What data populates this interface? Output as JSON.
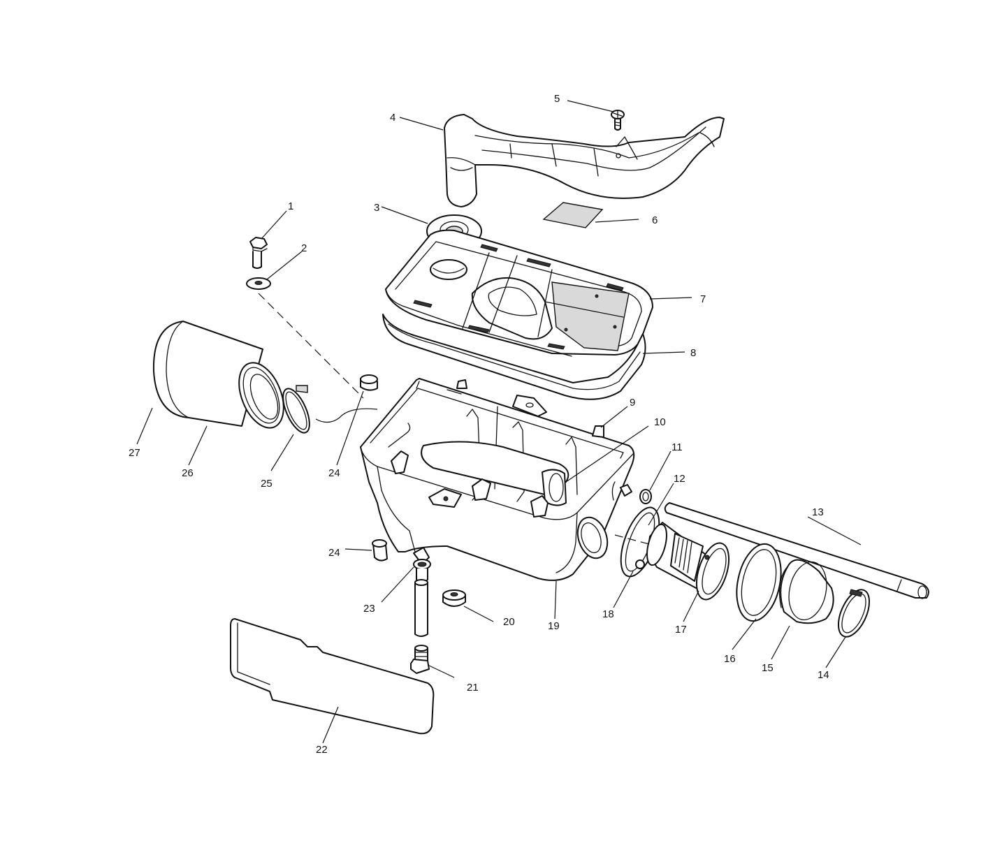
{
  "callouts": [
    {
      "id": "c1",
      "label": "1"
    },
    {
      "id": "c2",
      "label": "2"
    },
    {
      "id": "c3",
      "label": "3"
    },
    {
      "id": "c4",
      "label": "4"
    },
    {
      "id": "c5",
      "label": "5"
    },
    {
      "id": "c6",
      "label": "6"
    },
    {
      "id": "c7",
      "label": "7"
    },
    {
      "id": "c8",
      "label": "8"
    },
    {
      "id": "c9",
      "label": "9"
    },
    {
      "id": "c10",
      "label": "10"
    },
    {
      "id": "c11",
      "label": "11"
    },
    {
      "id": "c12",
      "label": "12"
    },
    {
      "id": "c13",
      "label": "13"
    },
    {
      "id": "c14",
      "label": "14"
    },
    {
      "id": "c15",
      "label": "15"
    },
    {
      "id": "c16",
      "label": "16"
    },
    {
      "id": "c17",
      "label": "17"
    },
    {
      "id": "c18",
      "label": "18"
    },
    {
      "id": "c19",
      "label": "19"
    },
    {
      "id": "c20",
      "label": "20"
    },
    {
      "id": "c21",
      "label": "21"
    },
    {
      "id": "c22",
      "label": "22"
    },
    {
      "id": "c23",
      "label": "23"
    },
    {
      "id": "c24a",
      "label": "24"
    },
    {
      "id": "c24b",
      "label": "24"
    },
    {
      "id": "c25",
      "label": "25"
    },
    {
      "id": "c26",
      "label": "26"
    },
    {
      "id": "c27",
      "label": "27"
    }
  ]
}
